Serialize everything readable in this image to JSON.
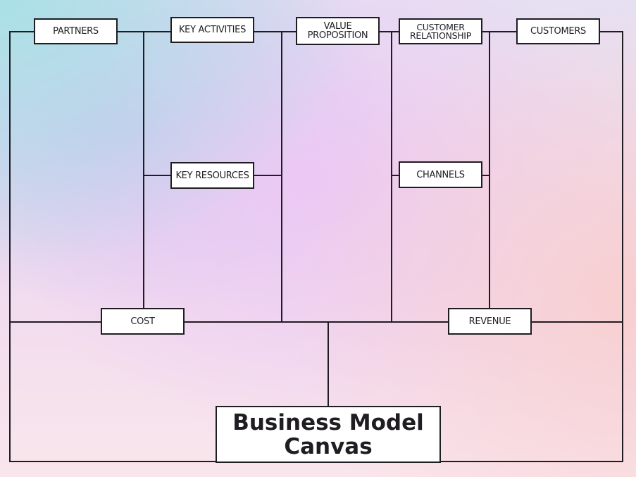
{
  "canvas": {
    "title_line1": "Business Model",
    "title_line2": "Canvas",
    "blocks": {
      "partners": "PARTNERS",
      "key_activities": "KEY ACTIVITIES",
      "value_proposition_line1": "VALUE",
      "value_proposition_line2": "PROPOSITION",
      "customer_relationship_line1": "CUSTOMER",
      "customer_relationship_line2": "RELATIONSHIP",
      "customers": "CUSTOMERS",
      "key_resources": "KEY RESOURCES",
      "channels": "CHANNELS",
      "cost": "COST",
      "revenue": "REVENUE"
    }
  },
  "colors": {
    "line": "#1f1d22",
    "box_fill": "#ffffff",
    "bg_teal": "#a9e0e6",
    "bg_lavender": "#ecc8f4",
    "bg_pink": "#f8cfd0"
  }
}
